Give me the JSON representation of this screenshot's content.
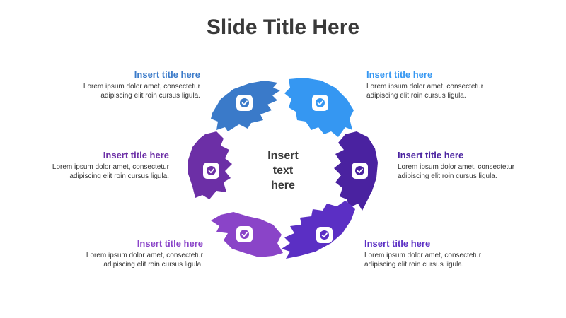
{
  "title": "Slide Title Here",
  "center": {
    "text": "Insert\ntext\nhere"
  },
  "segments": [
    {
      "title": "Insert title here",
      "body": "Lorem ipsum dolor amet, consectetur adipiscing elit roin cursus ligula.",
      "color": "#3a7ac9",
      "icon": "check-icon"
    },
    {
      "title": "Insert title here",
      "body": "Lorem ipsum dolor amet, consectetur adipiscing elit roin cursus ligula.",
      "color": "#3597f2",
      "icon": "check-icon"
    },
    {
      "title": "Insert title here",
      "body": "Lorem ipsum dolor amet, consectetur adipiscing elit roin cursus ligula.",
      "color": "#4a22a0",
      "icon": "check-icon"
    },
    {
      "title": "Insert title here",
      "body": "Lorem ipsum dolor amet, consectetur adipiscing elit roin cursus ligula.",
      "color": "#5b2fc4",
      "icon": "check-icon"
    },
    {
      "title": "Insert title here",
      "body": "Lorem ipsum dolor amet, consectetur adipiscing elit roin cursus ligula.",
      "color": "#8a44c8",
      "icon": "check-icon"
    },
    {
      "title": "Insert title here",
      "body": "Lorem ipsum dolor amet, consectetur adipiscing elit roin cursus ligula.",
      "color": "#6c2fa6",
      "icon": "check-icon"
    }
  ]
}
